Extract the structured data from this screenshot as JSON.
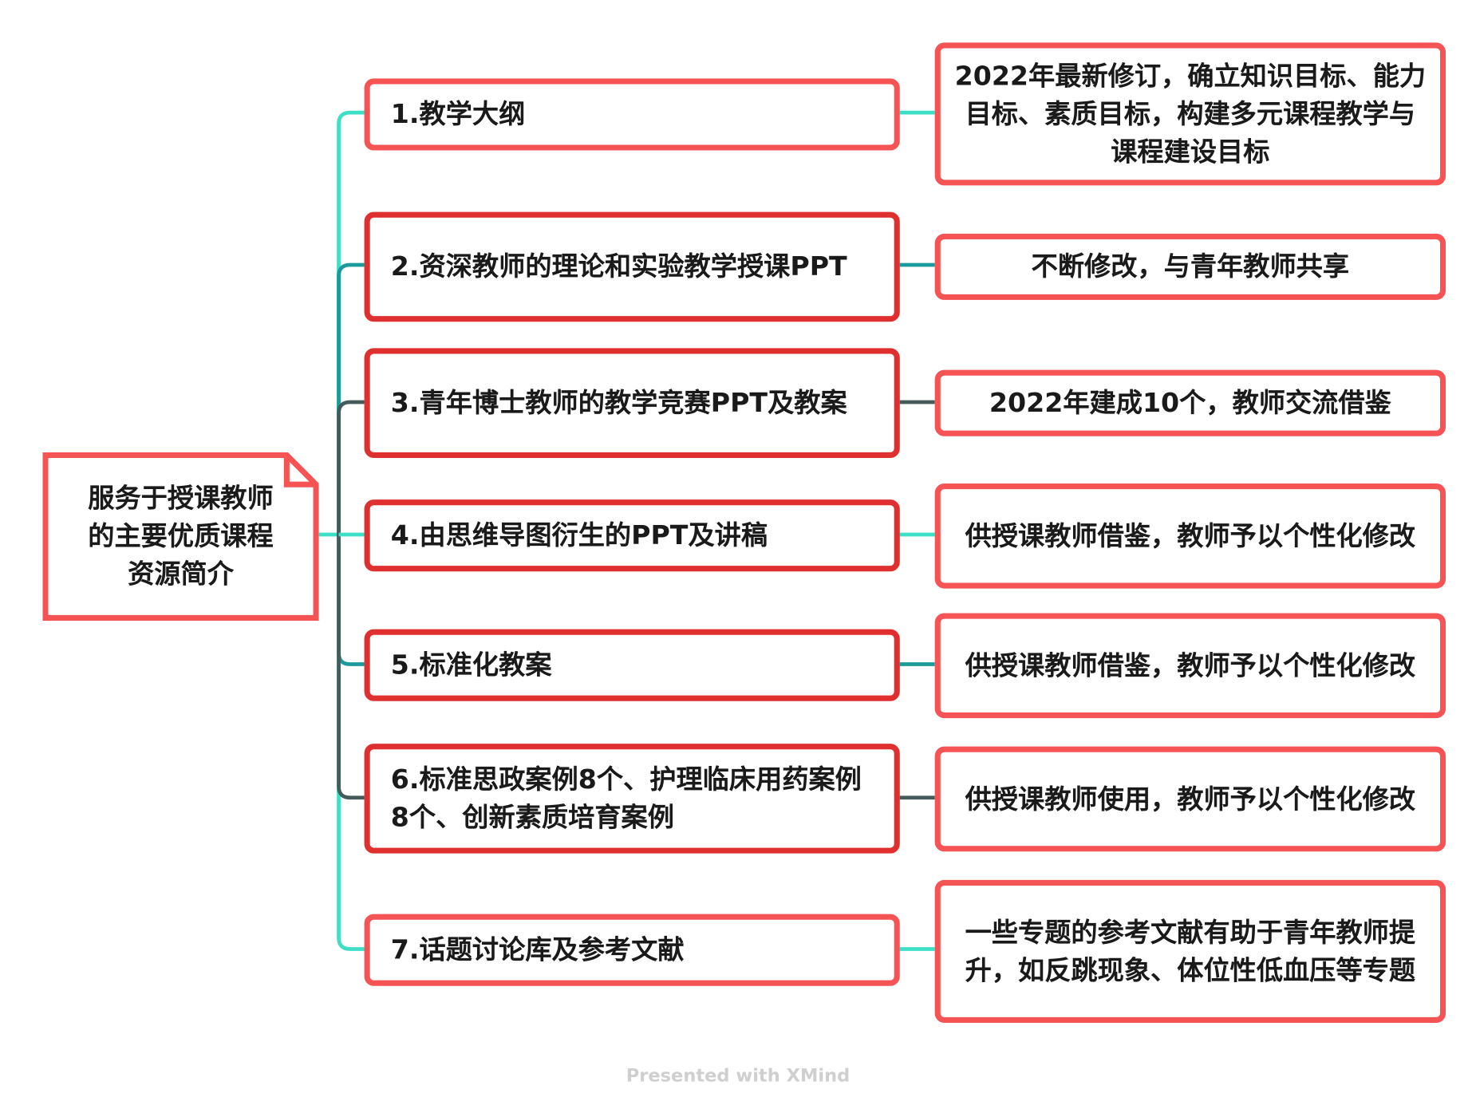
{
  "root": {
    "title": "服务于授课教师的主要优质课程资源简介"
  },
  "branches": [
    {
      "label": "1.教学大纲",
      "detail": "2022年最新修订，确立知识目标、能力目标、素质目标，构建多元课程教学与课程建设目标"
    },
    {
      "label": "2.资深教师的理论和实验教学授课PPT",
      "detail": "不断修改，与青年教师共享"
    },
    {
      "label": "3.青年博士教师的教学竞赛PPT及教案",
      "detail": "2022年建成10个，教师交流借鉴"
    },
    {
      "label": "4.由思维导图衍生的PPT及讲稿",
      "detail": "供授课教师借鉴，教师予以个性化修改"
    },
    {
      "label": "5.标准化教案",
      "detail": "供授课教师借鉴，教师予以个性化修改"
    },
    {
      "label": "6.标准思政案例8个、护理临床用药案例8个、创新素质培育案例",
      "detail": "供授课教师使用，教师予以个性化修改"
    },
    {
      "label": "7.话题讨论库及参考文献",
      "detail": "一些专题的参考文献有助于青年教师提升，如反跳现象、体位性低血压等专题"
    }
  ],
  "footer": "Presented with XMind",
  "colors": {
    "light_red": "#f65454",
    "dark_red": "#e02f2f",
    "cyan": "#3ddfc6",
    "teal": "#1b9a9c",
    "slate": "#455a5a"
  }
}
